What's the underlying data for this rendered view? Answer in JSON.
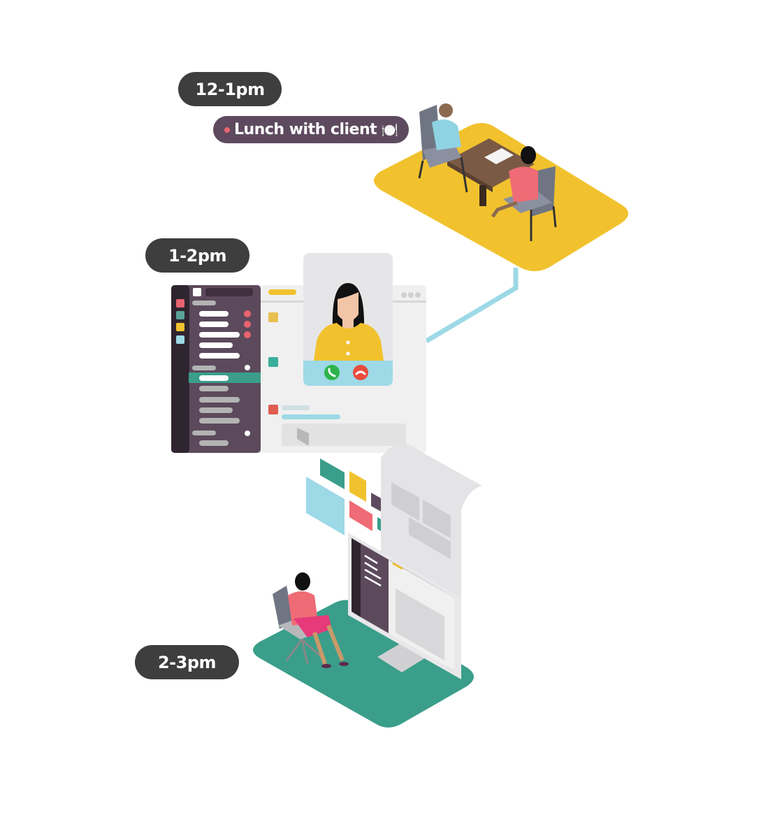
{
  "timeline": [
    {
      "time": "12-1pm",
      "event": {
        "label": "Lunch with client",
        "emoji": "🍽️"
      }
    },
    {
      "time": "1-2pm"
    },
    {
      "time": "2-3pm"
    }
  ],
  "colors": {
    "pill": "#3e3e3e",
    "event": "#5e4a5e",
    "yellow": "#f1c22e",
    "green": "#3a9e8a",
    "blue": "#9dd9e6",
    "red": "#e8636f",
    "aubergine": "#5c4a5c"
  },
  "icons": [
    "accept-call-icon",
    "decline-call-icon",
    "plate-icon"
  ]
}
